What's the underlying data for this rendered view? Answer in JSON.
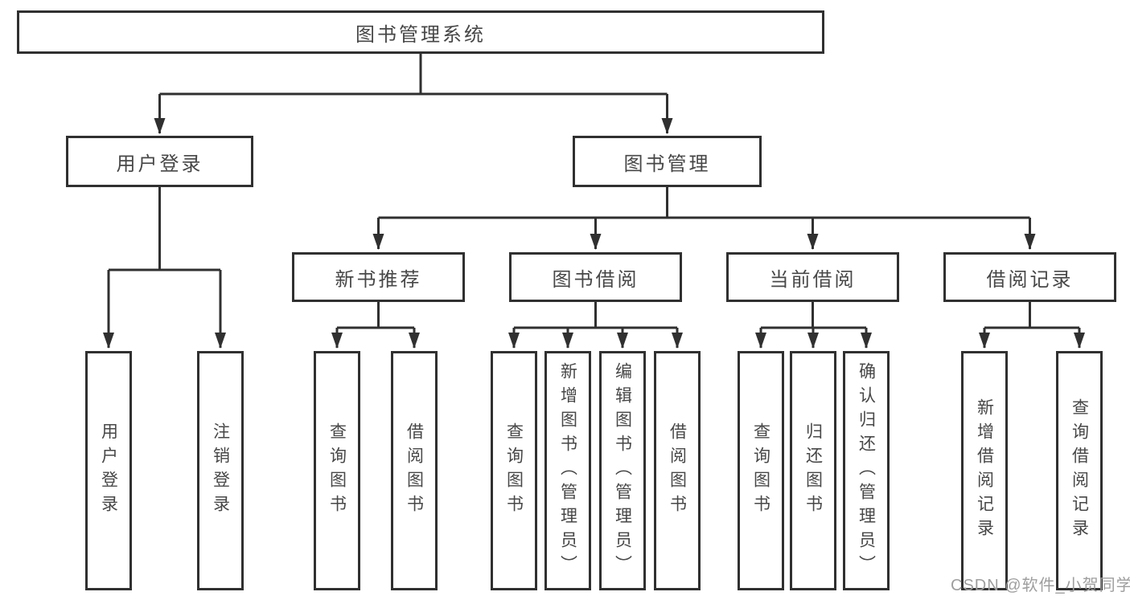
{
  "diagram_title": "图书管理系统",
  "tree": {
    "label": "图书管理系统",
    "children": [
      {
        "label": "用户登录",
        "children": [
          {
            "label": "用户登录"
          },
          {
            "label": "注销登录"
          }
        ]
      },
      {
        "label": "图书管理",
        "children": [
          {
            "label": "新书推荐",
            "children": [
              {
                "label": "查询图书"
              },
              {
                "label": "借阅图书"
              }
            ]
          },
          {
            "label": "图书借阅",
            "children": [
              {
                "label": "查询图书"
              },
              {
                "label": "新增图书（管理员）"
              },
              {
                "label": "编辑图书（管理员）"
              },
              {
                "label": "借阅图书"
              }
            ]
          },
          {
            "label": "当前借阅",
            "children": [
              {
                "label": "查询图书"
              },
              {
                "label": "归还图书"
              },
              {
                "label": "确认归还（管理员）"
              }
            ]
          },
          {
            "label": "借阅记录",
            "children": [
              {
                "label": "新增借阅记录"
              },
              {
                "label": "查询借阅记录"
              }
            ]
          }
        ]
      }
    ]
  },
  "watermark": {
    "text": "CSDN @软件_小贺同学"
  },
  "colors": {
    "line": "#303030",
    "box_border": "#303030",
    "text": "#474747",
    "background": "#ffffff",
    "watermark_text": "#9e9e9e"
  }
}
